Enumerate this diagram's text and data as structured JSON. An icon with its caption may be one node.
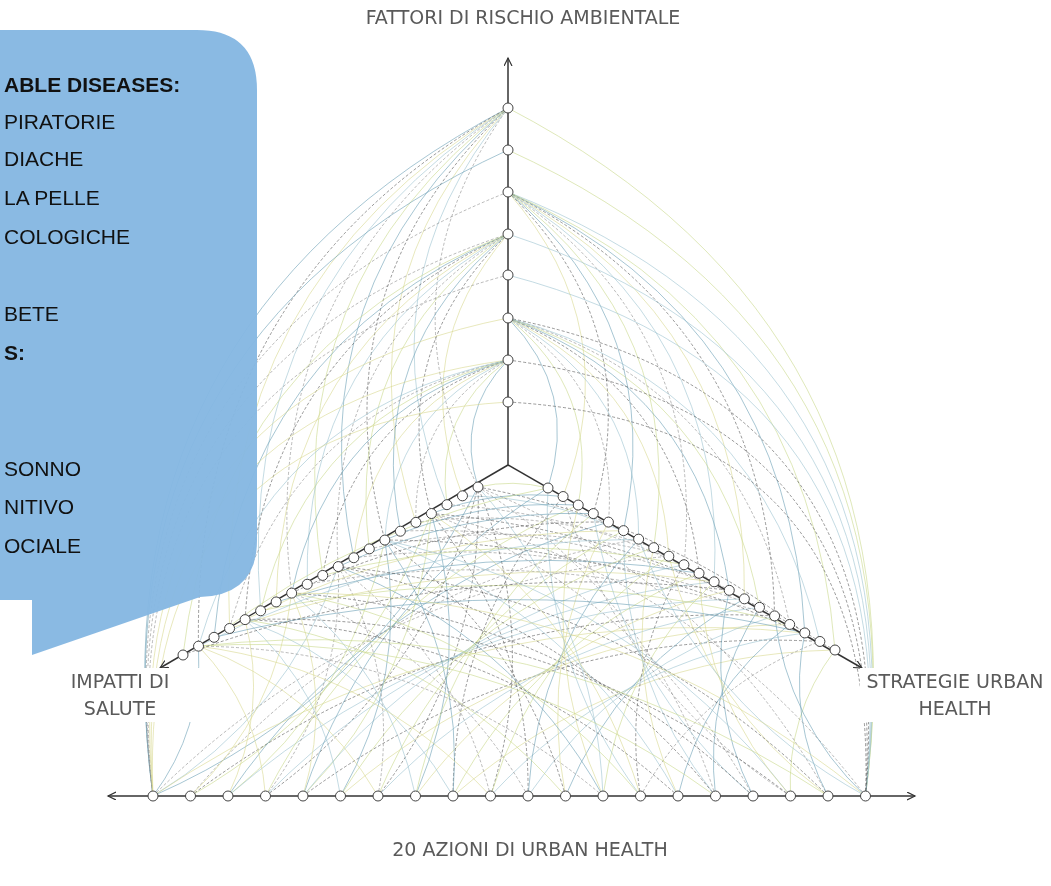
{
  "diagram": {
    "nodes": [
      {
        "text": [
          "ABLE DISEASES:",
          "PIRATORIE",
          "DIACHE",
          "LA PELLE",
          "COLOGICHE",
          "BETE",
          "S:",
          "SONNO",
          "NITIVO",
          "OCIALE"
        ]
      }
    ],
    "labels": [
      "FATTORI DI RISCHIO AMBIENTALE",
      "IMPATTI DI SALUTE",
      "STRATEGIE URBAN HEALTH",
      "20 AZIONI DI URBAN HEALTH"
    ]
  }
}
